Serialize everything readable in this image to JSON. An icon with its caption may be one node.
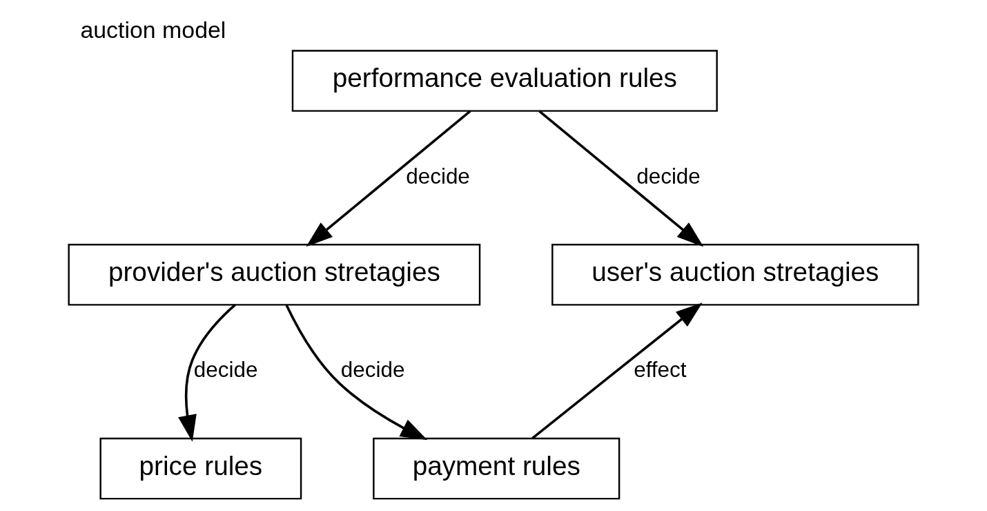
{
  "diagram": {
    "title": "auction model",
    "nodes": [
      {
        "text": [
          "performance evaluation rules"
        ]
      },
      {
        "text": [
          "provider's auction stretagies"
        ]
      },
      {
        "text": [
          "user's auction stretagies"
        ]
      },
      {
        "text": [
          "price rules"
        ]
      },
      {
        "text": [
          "payment rules"
        ]
      }
    ],
    "edges": [
      {
        "from": 0,
        "to": 1,
        "arrow": "to",
        "label": "decide"
      },
      {
        "from": 0,
        "to": 2,
        "arrow": "to",
        "label": "decide"
      },
      {
        "from": 1,
        "to": 3,
        "arrow": "to",
        "label": "decide"
      },
      {
        "from": 1,
        "to": 4,
        "arrow": "to",
        "label": "decide"
      },
      {
        "from": 4,
        "to": 2,
        "arrow": "to",
        "label": "effect"
      }
    ]
  }
}
